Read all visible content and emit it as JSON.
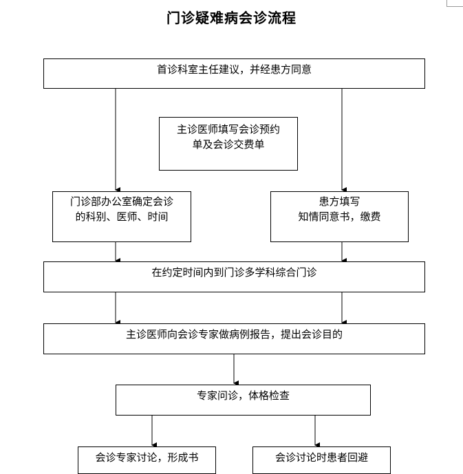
{
  "title": "门诊疑难病会诊流程",
  "steps": {
    "s1": "首诊科室主任建议，并经患方同意",
    "note": [
      "主诊医师填写会诊预约",
      "单及会诊交费单"
    ],
    "left": [
      "门诊部办公室确定会诊",
      "的科别、医师、时间"
    ],
    "right": [
      "患方填写",
      "知情同意书，缴费"
    ],
    "s3": "在约定时间内到门诊多学科综合门诊",
    "s4": "主诊医师向会诊专家做病例报告，提出会诊目的",
    "s5": "专家问诊，体格检查",
    "s6a": "会诊专家讨论，形成书",
    "s6b": "会诊讨论时患者回避"
  }
}
